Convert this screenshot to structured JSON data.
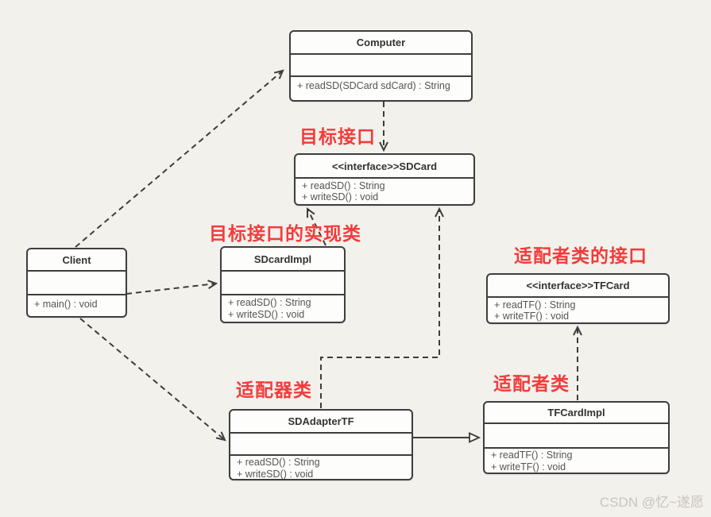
{
  "classes": {
    "computer": {
      "name": "Computer",
      "methods": [
        "+ readSD(SDCard sdCard) : String"
      ]
    },
    "sdcard": {
      "name": "<<interface>>SDCard",
      "methods": [
        "+ readSD() : String",
        "+ writeSD() : void"
      ]
    },
    "client": {
      "name": "Client",
      "methods": [
        "+ main() : void"
      ]
    },
    "sdcardimpl": {
      "name": "SDcardImpl",
      "methods": [
        "+ readSD() : String",
        "+ writeSD() : void"
      ]
    },
    "tfcard": {
      "name": "<<interface>>TFCard",
      "methods": [
        "+ readTF() : String",
        "+ writeTF() : void"
      ]
    },
    "sdadaptertf": {
      "name": "SDAdapterTF",
      "methods": [
        "+ readSD() : String",
        "+ writeSD() : void"
      ]
    },
    "tfcardimpl": {
      "name": "TFCardImpl",
      "methods": [
        "+ readTF() : String",
        "+ writeTF() : void"
      ]
    }
  },
  "annotations": {
    "target_interface": "目标接口",
    "target_impl": "目标接口的实现类",
    "adaptee_interface": "适配者类的接口",
    "adapter_class": "适配器类",
    "adaptee_class": "适配者类"
  },
  "relationships": [
    {
      "from": "Client",
      "to": "Computer",
      "type": "dependency (dashed arrow)"
    },
    {
      "from": "Computer",
      "to": "SDCard",
      "type": "dependency (dashed arrow)"
    },
    {
      "from": "SDcardImpl",
      "to": "SDCard",
      "type": "realization (dashed arrow)"
    },
    {
      "from": "Client",
      "to": "SDcardImpl",
      "type": "dependency (dashed arrow)"
    },
    {
      "from": "Client",
      "to": "SDAdapterTF",
      "type": "dependency (dashed arrow)"
    },
    {
      "from": "SDAdapterTF",
      "to": "SDCard",
      "type": "realization (dashed arrow, routed)"
    },
    {
      "from": "SDAdapterTF",
      "to": "TFCardImpl",
      "type": "generalization (solid line, hollow triangle)"
    },
    {
      "from": "TFCardImpl",
      "to": "TFCard",
      "type": "realization (dashed arrow)"
    }
  ],
  "watermark": "CSDN @忆~遂愿",
  "colors": {
    "background": "#f2f1ec",
    "box_border": "#3e3e3e",
    "box_fill": "#fdfdfb",
    "annotation_red": "#f23c3c",
    "watermark_gray": "#c9c5ba"
  }
}
